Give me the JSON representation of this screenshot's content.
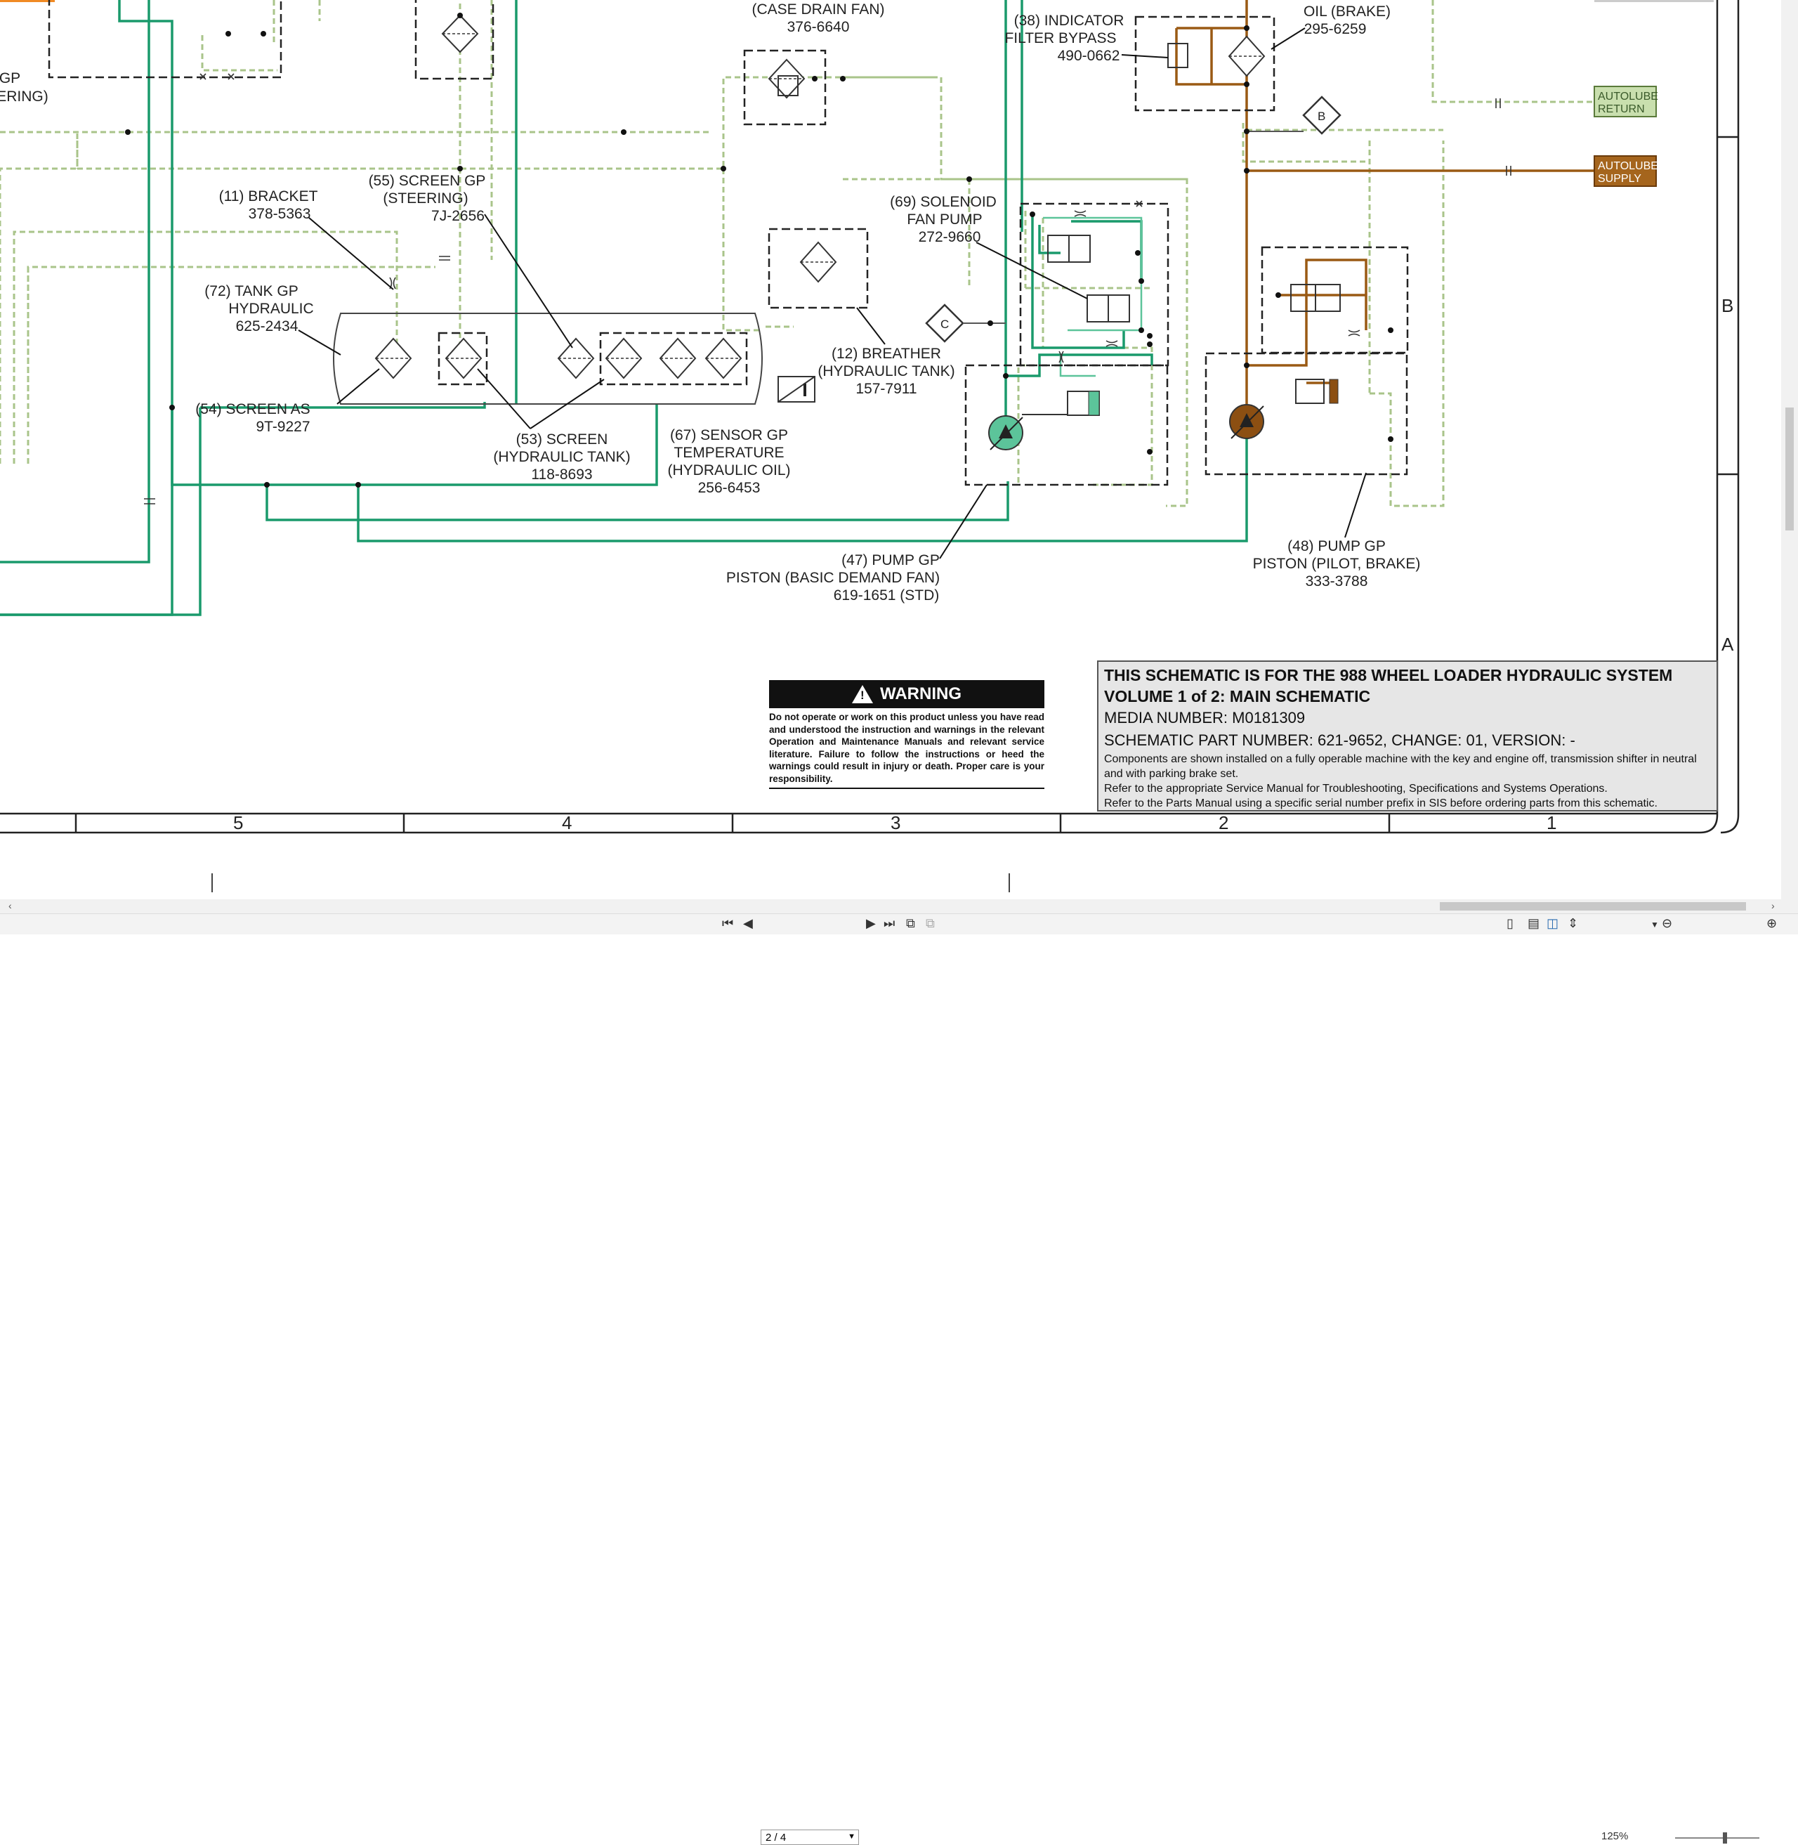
{
  "labels": {
    "case_drain_fan": "(CASE DRAIN FAN)",
    "case_drain_fan_pn": "376-6640",
    "indicator_38": "(38) INDICATOR",
    "filter_bypass": "FILTER BYPASS",
    "filter_bypass_pn": "490-0662",
    "oil_brake": "OIL (BRAKE)",
    "oil_brake_pn": "295-6259",
    "gp_partial": "GP",
    "steering_partial": "ERING)",
    "bracket_11": "(11) BRACKET",
    "bracket_11_pn": "378-5363",
    "screen_gp_55": "(55) SCREEN GP",
    "screen_gp_55_sub": "(STEERING)",
    "screen_gp_55_pn": "7J-2656",
    "tank_72": "(72) TANK GP",
    "tank_72_sub": "HYDRAULIC",
    "tank_72_pn": "625-2434",
    "screen_as_54": "(54) SCREEN AS",
    "screen_as_54_pn": "9T-9227",
    "screen_53": "(53) SCREEN",
    "screen_53_sub": "(HYDRAULIC TANK)",
    "screen_53_pn": "118-8693",
    "solenoid_69": "(69) SOLENOID",
    "solenoid_69_sub": "FAN PUMP",
    "solenoid_69_pn": "272-9660",
    "breather_12": "(12) BREATHER",
    "breather_12_sub": "(HYDRAULIC TANK)",
    "breather_12_pn": "157-7911",
    "sensor_67": "(67) SENSOR GP",
    "sensor_67_sub1": "TEMPERATURE",
    "sensor_67_sub2": "(HYDRAULIC OIL)",
    "sensor_67_pn": "256-6453",
    "pump_47": "(47) PUMP GP",
    "pump_47_sub": "PISTON (BASIC DEMAND FAN)",
    "pump_47_pn": "619-1651 (STD)",
    "pump_48": "(48) PUMP GP",
    "pump_48_sub": "PISTON (PILOT, BRAKE)",
    "pump_48_pn": "333-3788",
    "autolube_return_1": "AUTOLUBE",
    "autolube_return_2": "RETURN",
    "autolube_supply_1": "AUTOLUBE",
    "autolube_supply_2": "SUPPLY",
    "marker_b": "B",
    "marker_c": "C"
  },
  "zones": {
    "col_5": "5",
    "col_4": "4",
    "col_3": "3",
    "col_2": "2",
    "col_1": "1",
    "row_b": "B",
    "row_a": "A"
  },
  "warning": {
    "title": "WARNING",
    "text": "Do not operate or work on this product unless you have read and understood the instruction and warnings in the relevant Operation and Maintenance Manuals and relevant service literature. Failure to follow the instructions or heed the warnings could result in injury or death. Proper care is your responsibility."
  },
  "info_box": {
    "line1": "THIS SCHEMATIC IS FOR THE 988 WHEEL LOADER HYDRAULIC SYSTEM",
    "line2": "VOLUME 1 of 2: MAIN SCHEMATIC",
    "line3": "MEDIA NUMBER: M0181309",
    "line4": "SCHEMATIC PART NUMBER: 621-9652, CHANGE: 01, VERSION: -",
    "line5": "Components are shown installed on a fully operable machine with the key and engine off, transmission shifter in neutral and with parking brake set.",
    "line6": "Refer to the appropriate Service Manual for Troubleshooting, Specifications and Systems Operations.",
    "line7": "Refer to the Parts Manual using a specific serial number prefix in SIS before ordering parts from this schematic."
  },
  "toolbar": {
    "page_value": "2 / 4",
    "zoom_value": "125%",
    "first_page_icon": "first-page-icon",
    "prev_page_icon": "prev-page-icon",
    "next_page_icon": "next-page-icon",
    "last_page_icon": "last-page-icon"
  },
  "colors": {
    "green_line": "#1a9a6c",
    "dashed_pilot": "#a9c48a",
    "brown_line": "#9a5a14",
    "autolube_return_fill": "#c9dfae",
    "autolube_supply_fill": "#a5651d",
    "pump_green": "#5cc49a",
    "pump_brown": "#8c4f12"
  }
}
